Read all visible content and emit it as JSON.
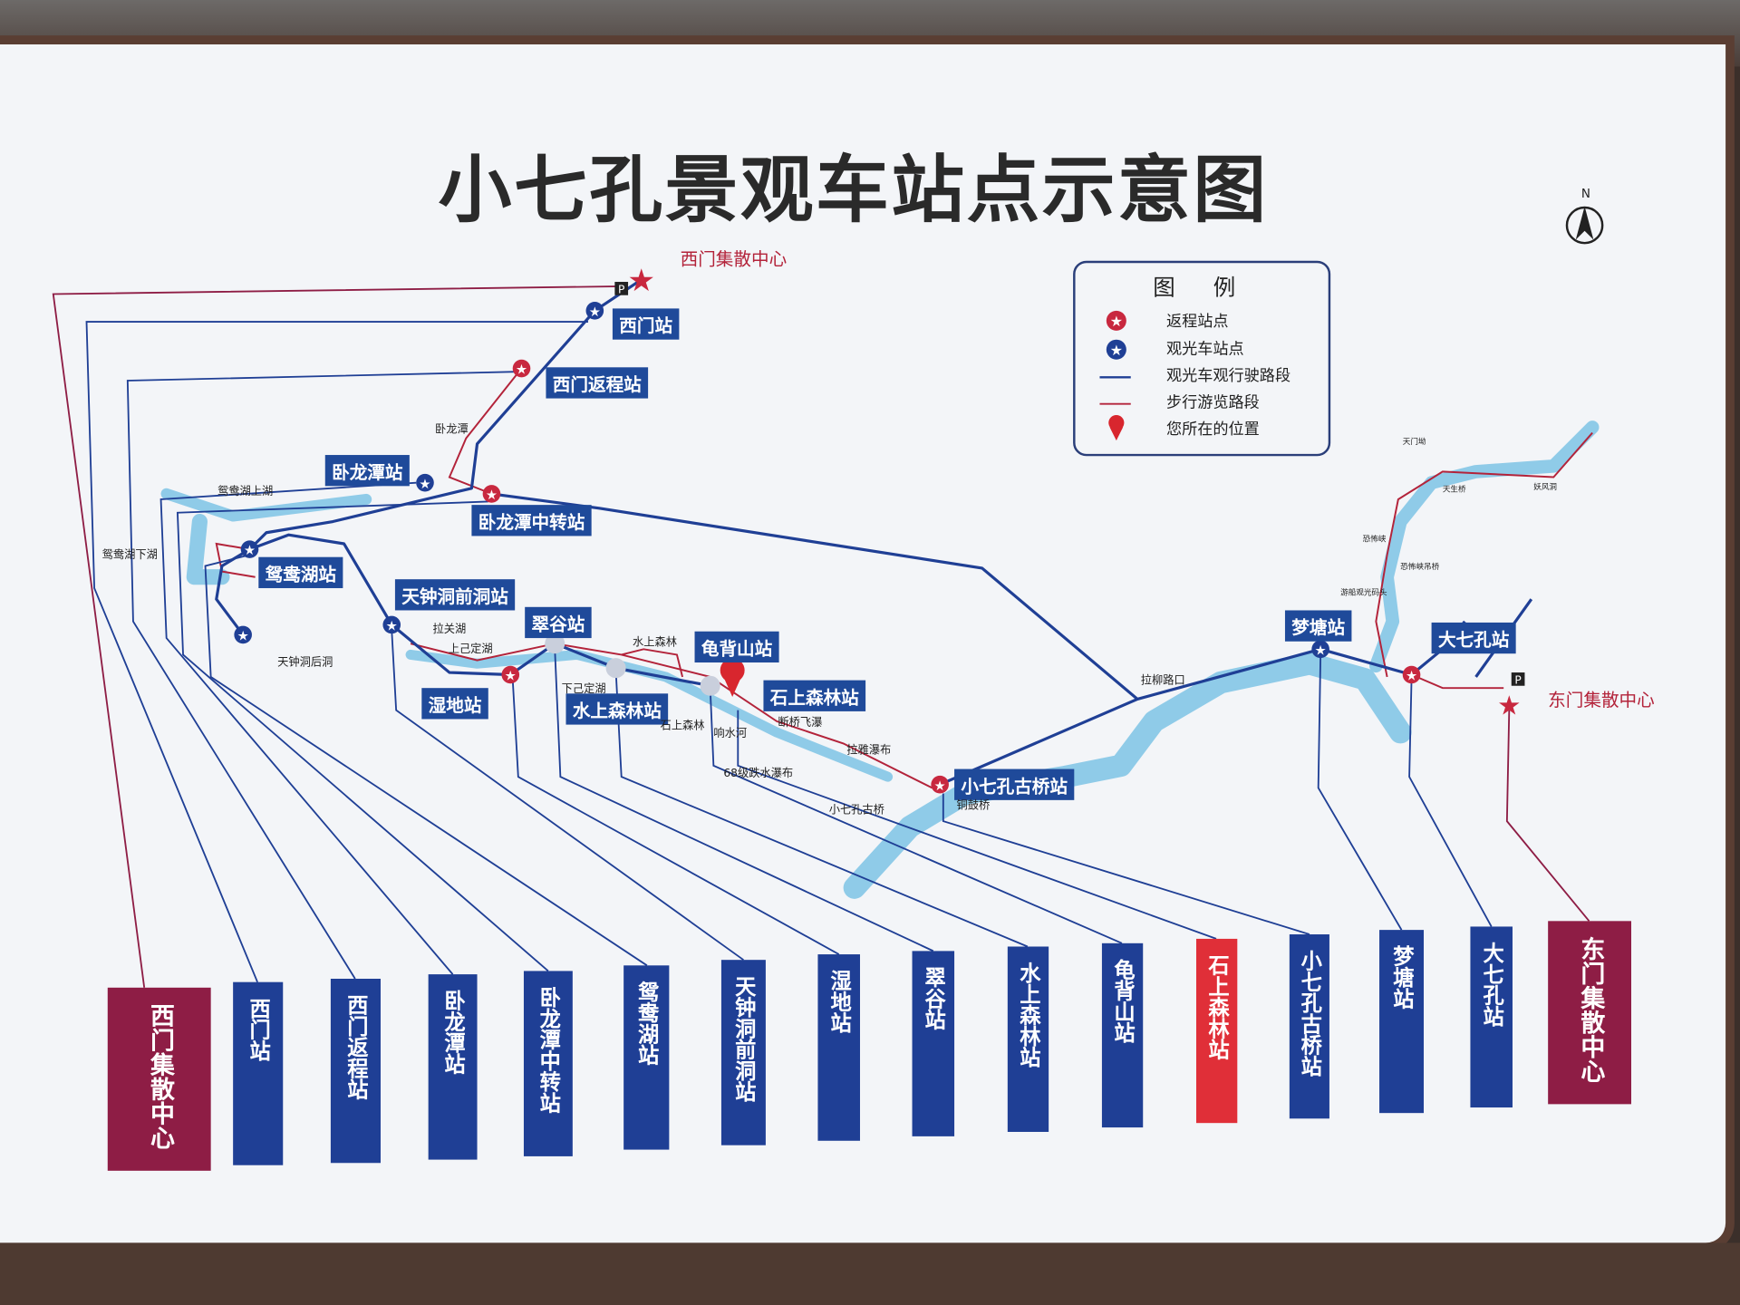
{
  "title": "小七孔景观车站点示意图",
  "north": "N",
  "parking": "P",
  "colors": {
    "route_blue": "#1f3f95",
    "walk_red": "#b3233a",
    "river": "#8fcbe8",
    "bar_maroon": "#8e1d45",
    "bar_highlight": "#e02f38"
  },
  "legend": {
    "title": "图 例",
    "items": [
      {
        "icon": "red-star-icon",
        "label": "返程站点"
      },
      {
        "icon": "blue-star-icon",
        "label": "观光车站点"
      },
      {
        "icon": "blue-line-icon",
        "label": "观光车观行驶路段"
      },
      {
        "icon": "red-line-icon",
        "label": "步行游览路段"
      },
      {
        "icon": "location-pin-icon",
        "label": "您所在的位置"
      }
    ]
  },
  "hubs": {
    "west": "西门集散中心",
    "east": "东门集散中心"
  },
  "stations": {
    "ximen": "西门站",
    "ximen_return": "西门返程站",
    "wolongtan": "卧龙潭站",
    "wolongtan_transfer": "卧龙潭中转站",
    "yuanyanghu": "鸳鸯湖站",
    "tianzhongdong": "天钟洞前洞站",
    "shidi": "湿地站",
    "cuigu": "翠谷站",
    "shuishang": "水上森林站",
    "guibeishan": "龟背山站",
    "shishang": "石上森林站",
    "guqiao": "小七孔古桥站",
    "mengtang": "梦塘站",
    "daqikong": "大七孔站"
  },
  "places": [
    "卧龙潭",
    "鸳鸯湖上湖",
    "鸳鸯湖下湖",
    "天钟洞后洞",
    "拉关湖",
    "上己定湖",
    "下己定湖",
    "水上森林",
    "石上森林",
    "响水河",
    "断桥飞瀑",
    "拉雅瀑布",
    "68级跌水瀑布",
    "小七孔古桥",
    "铜鼓桥",
    "拉柳路口",
    "天门坳",
    "天生桥",
    "妖风洞",
    "恐怖峡",
    "恐怖峡吊桥",
    "游船观光码头"
  ],
  "bars": [
    "西门集散中心",
    "西门站",
    "西门返程站",
    "卧龙潭站",
    "卧龙潭中转站",
    "鸳鸯湖站",
    "天钟洞前洞站",
    "湿地站",
    "翠谷站",
    "水上森林站",
    "龟背山站",
    "石上森林站",
    "小七孔古桥站",
    "梦塘站",
    "大七孔站",
    "东门集散中心"
  ],
  "current_location": "石上森林站"
}
